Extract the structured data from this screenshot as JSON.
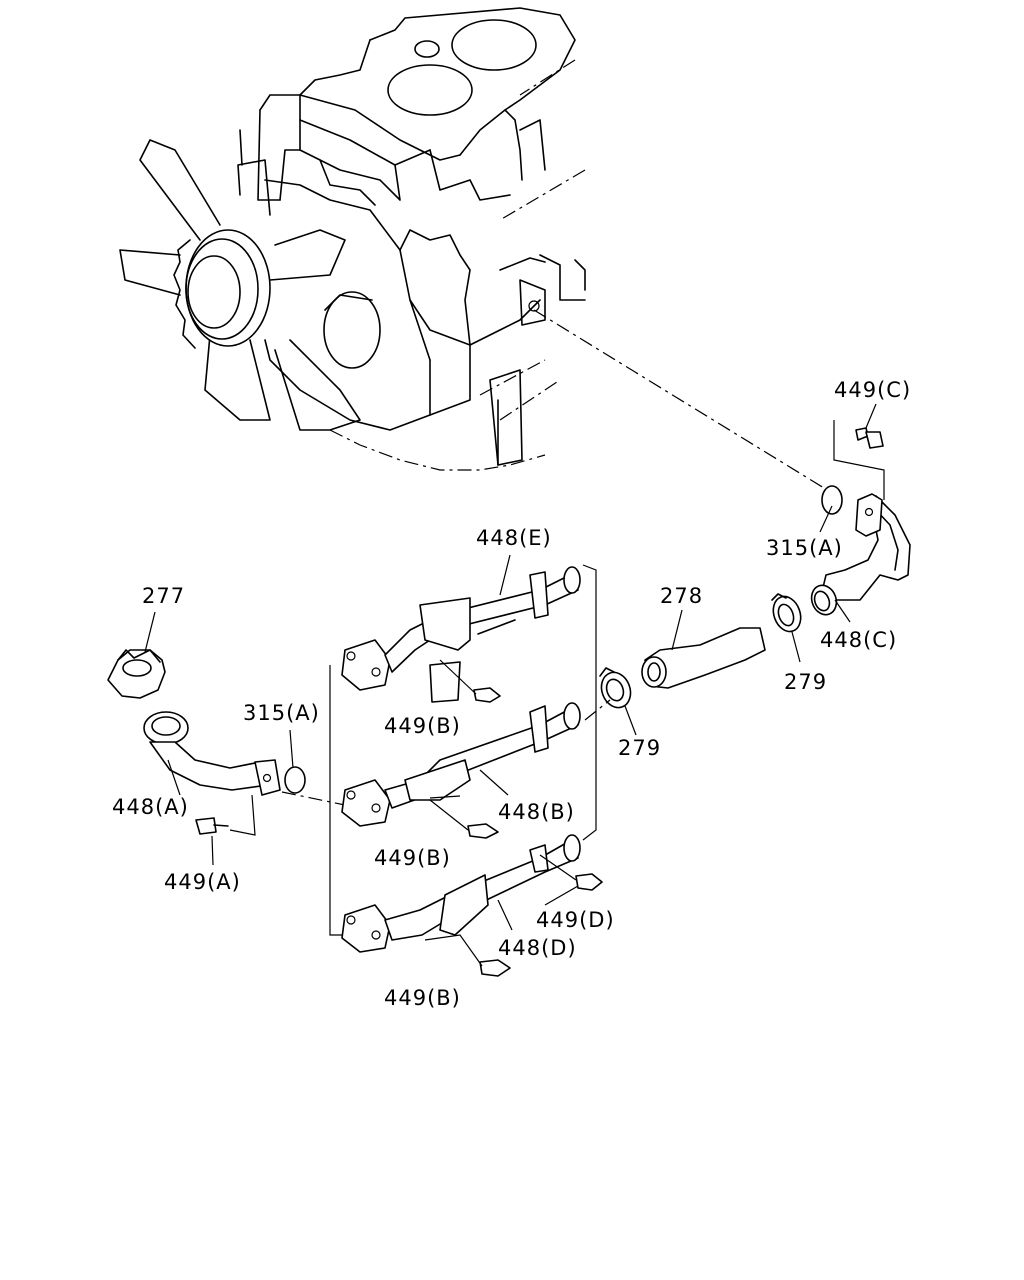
{
  "callouts": {
    "c449C": "449(C)",
    "c315A_top": "315(A)",
    "c448E": "448(E)",
    "c278": "278",
    "c277": "277",
    "c279_right": "279",
    "c448C": "448(C)",
    "c315A_left": "315(A)",
    "c449B_upper": "449(B)",
    "c279_mid": "279",
    "c448A": "448(A)",
    "c448B": "448(B)",
    "c449B_mid": "449(B)",
    "c449A": "449(A)",
    "c449D": "449(D)",
    "c448D": "448(D)",
    "c449B_lower": "449(B)"
  },
  "parts": {
    "engine": "engine-assembly",
    "fan": "cooling-fan",
    "cap": "filler-cap",
    "pipes": [
      "water-pipe-448A",
      "water-pipe-448B",
      "water-pipe-448C",
      "water-pipe-448D",
      "water-pipe-448E"
    ],
    "hose": "rubber-hose-278",
    "clamps": [
      "hose-clamp-279"
    ],
    "gaskets": [
      "o-ring-315A"
    ],
    "bolts": [
      "bolt-449A",
      "bolt-449B",
      "bolt-449C",
      "bolt-449D"
    ]
  }
}
